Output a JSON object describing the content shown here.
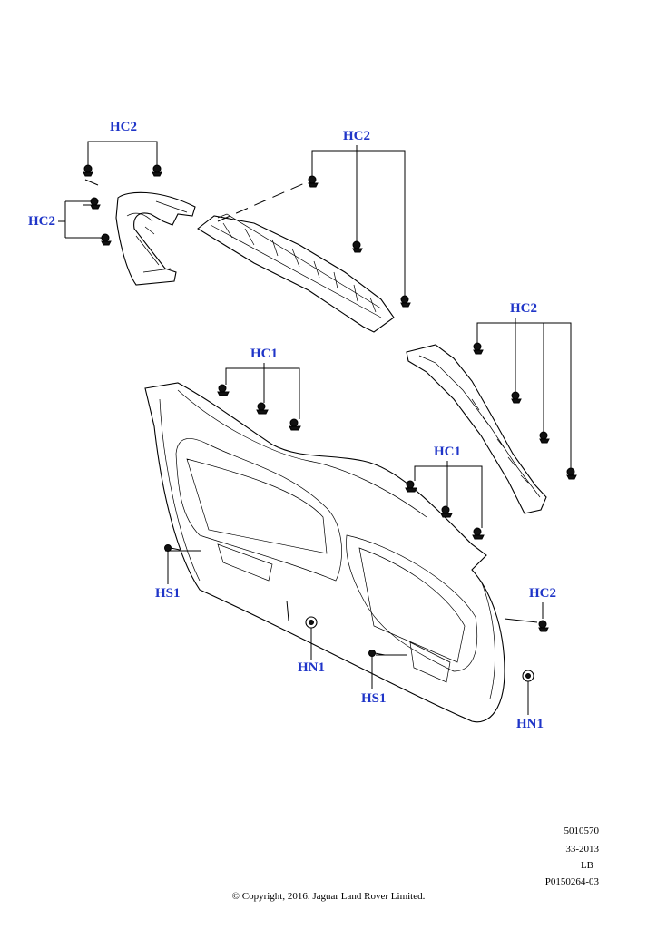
{
  "callouts": {
    "hc2_top_left": "HC2",
    "hc2_left": "HC2",
    "hc2_top_center": "HC2",
    "hc2_right_upper": "HC2",
    "hc1_center": "HC1",
    "hc1_right": "HC1",
    "hs1_left": "HS1",
    "hc2_right_lower": "HC2",
    "hn1_center": "HN1",
    "hs1_center": "HS1",
    "hn1_right": "HN1"
  },
  "reference": {
    "number": "5010570",
    "section": "33-2013",
    "code": "LB",
    "illustration": "P0150264-03"
  },
  "copyright": "© Copyright, 2016. Jaguar Land Rover Limited.",
  "colors": {
    "callout": "#1f35c8",
    "lines": "#000000"
  }
}
